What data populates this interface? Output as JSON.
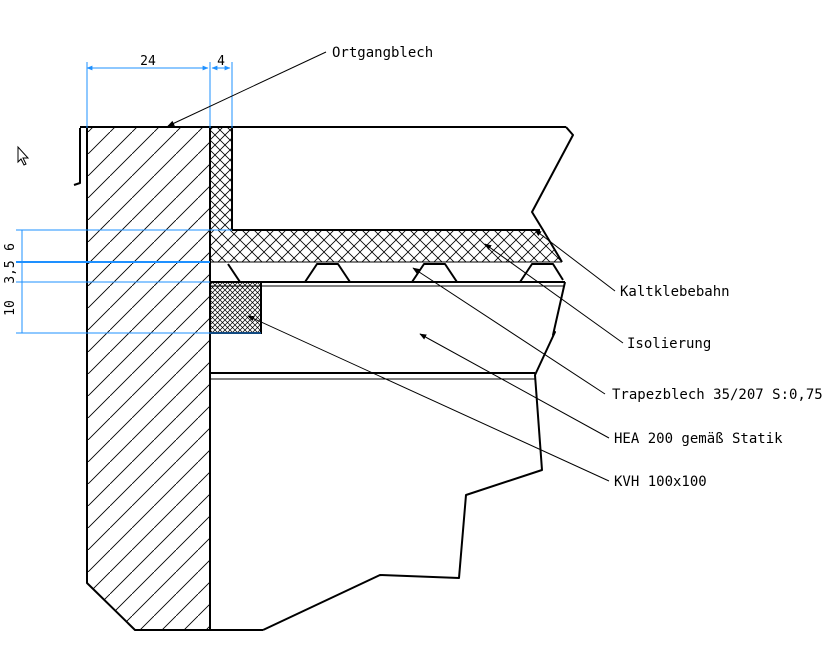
{
  "dimensions": {
    "top": [
      "24",
      "4"
    ],
    "left": [
      "6",
      "3,5",
      "10"
    ]
  },
  "labels": {
    "ortgangblech": "Ortgangblech",
    "kaltklebebahn": "Kaltklebebahn",
    "isolierung": "Isolierung",
    "trapezblech": "Trapezblech 35/207 S:0,75",
    "hea": "HEA 200 gemäß Statik",
    "kvh": "KVH 100x100"
  },
  "icons": {
    "cursor": "mouse-pointer-icon"
  }
}
